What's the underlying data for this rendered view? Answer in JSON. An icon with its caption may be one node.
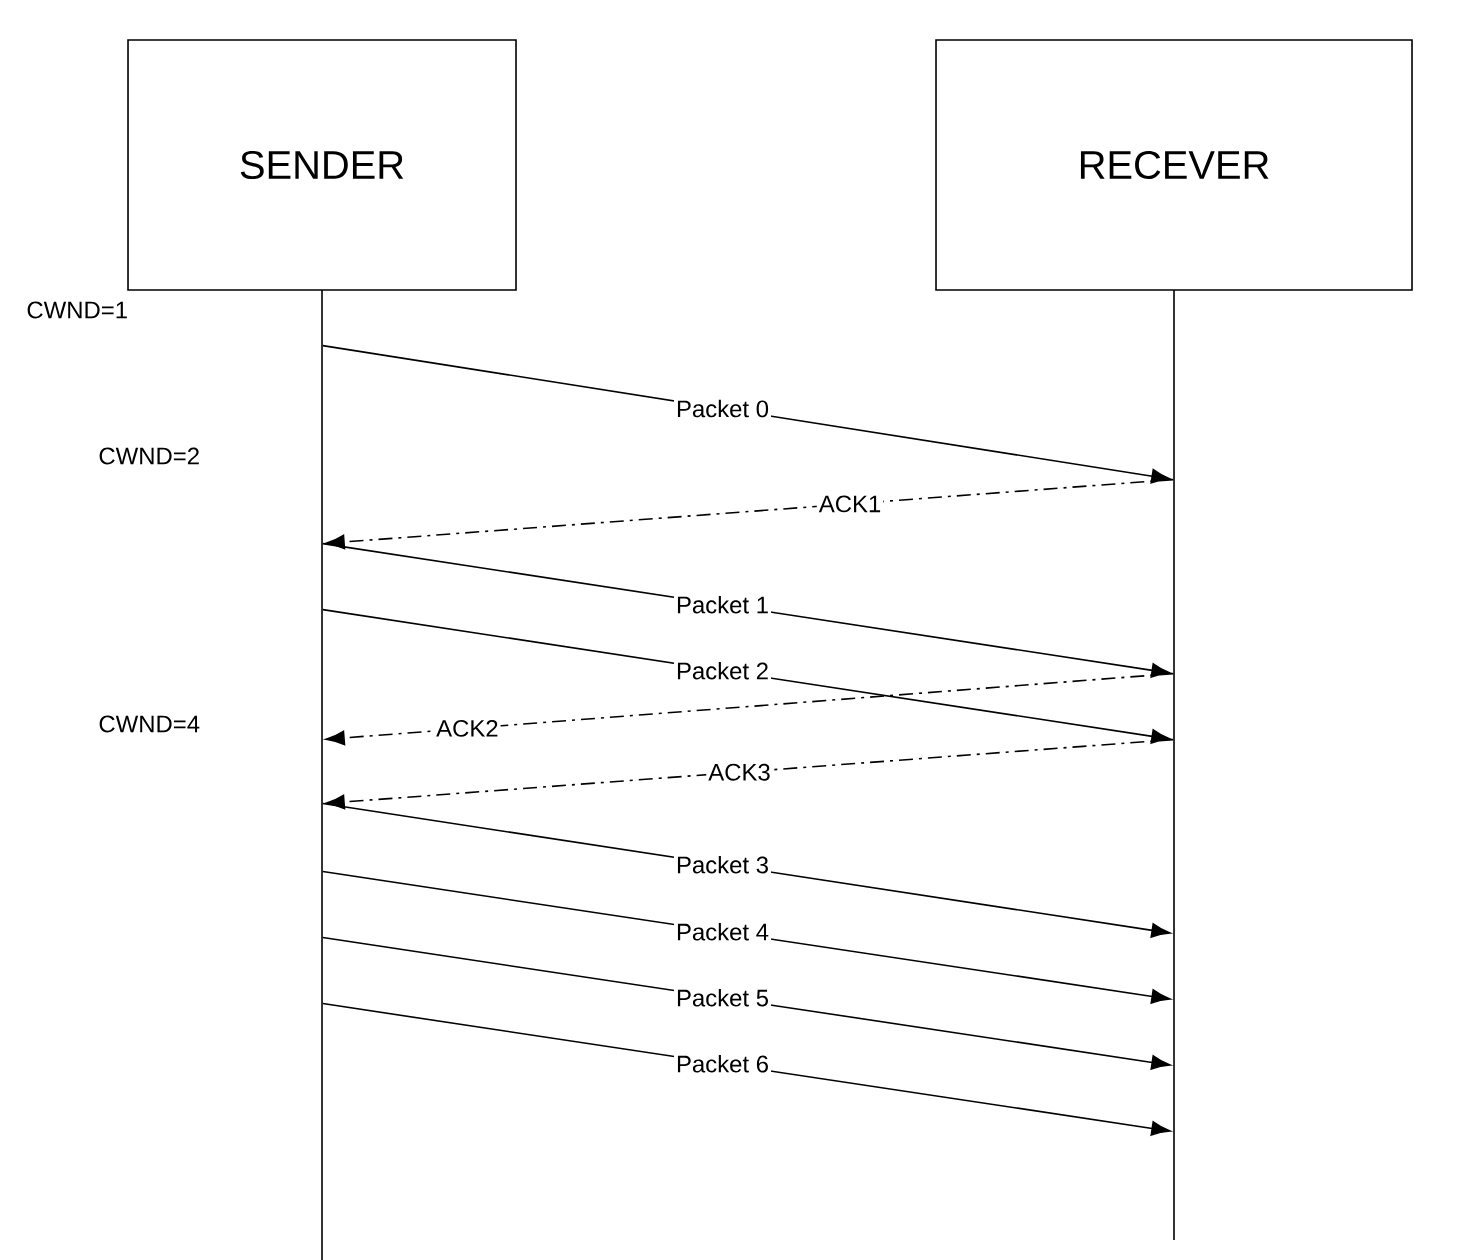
{
  "diagram": {
    "nodes": [
      {
        "text": [
          "SENDER"
        ]
      },
      {
        "text": [
          "RECEVER"
        ]
      },
      {
        "text": [],
        "shape": "bar"
      },
      {
        "text": [],
        "shape": "bar"
      }
    ],
    "edges": [
      {
        "from": 2,
        "to": 3,
        "arrow": "to",
        "label": "Packet 0"
      },
      {
        "from": 3,
        "to": 2,
        "arrow": "to",
        "label": "ACK1",
        "style": "dashed"
      },
      {
        "from": 2,
        "to": 3,
        "arrow": "to",
        "label": "Packet 1"
      },
      {
        "from": 2,
        "to": 3,
        "arrow": "to",
        "label": "Packet 2"
      },
      {
        "from": 3,
        "to": 2,
        "arrow": "to",
        "label": "ACK2",
        "style": "dashed"
      },
      {
        "from": 3,
        "to": 2,
        "arrow": "to",
        "label": "ACK3",
        "style": "dashed"
      },
      {
        "from": 2,
        "to": 3,
        "arrow": "to",
        "label": "Packet 3"
      },
      {
        "from": 2,
        "to": 3,
        "arrow": "to",
        "label": "Packet 4"
      },
      {
        "from": 2,
        "to": 3,
        "arrow": "to",
        "label": "Packet 5"
      },
      {
        "from": 2,
        "to": 3,
        "arrow": "to",
        "label": "Packet 6"
      }
    ],
    "labels": [
      "CWND=1",
      "CWND=2",
      "CWND=4"
    ]
  }
}
